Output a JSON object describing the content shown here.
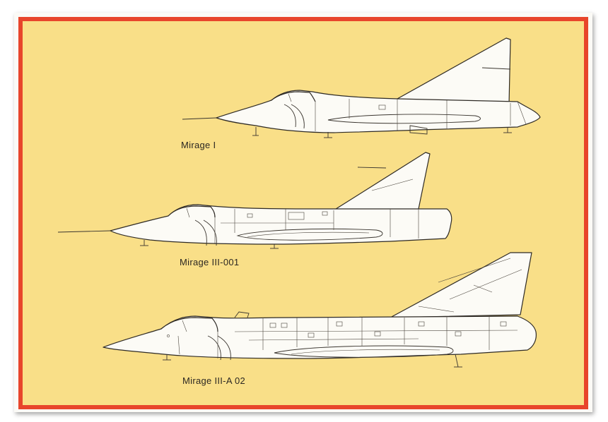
{
  "figure": {
    "aircraft": [
      {
        "label": "Mirage I"
      },
      {
        "label": "Mirage III-001"
      },
      {
        "label": "Mirage III-A 02"
      }
    ]
  },
  "colors": {
    "background": "#f9df88",
    "border": "#e8452b",
    "card": "#fbfaf6",
    "drawing_fill": "#fcfbf6",
    "drawing_stroke": "#2e2a25"
  }
}
